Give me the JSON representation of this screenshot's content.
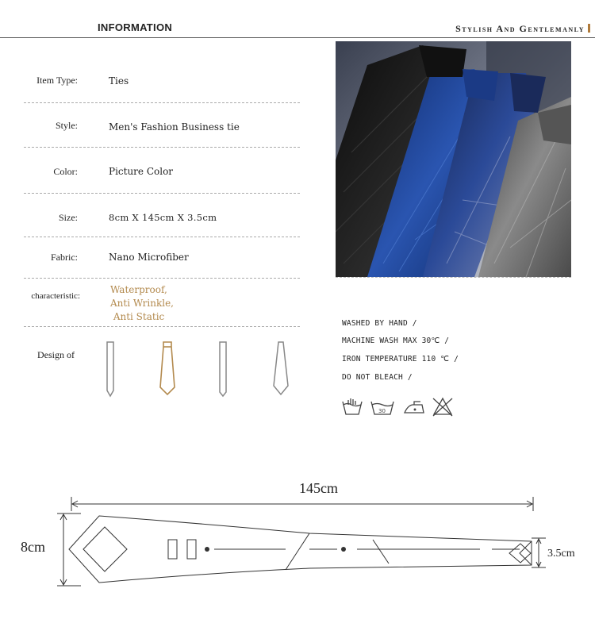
{
  "header": {
    "left_title": "INFORMATION",
    "right_title": "Stylish And Gentlemanly"
  },
  "specs": [
    {
      "label": "Item Type:",
      "value": "Ties"
    },
    {
      "label": "Style:",
      "value": "Men's Fashion Business tie"
    },
    {
      "label": "Color:",
      "value": "Picture Color"
    },
    {
      "label": "Size:",
      "value": "8cm X 145cm X 3.5cm"
    },
    {
      "label": "Fabric:",
      "value": "Nano Microfiber"
    },
    {
      "label": "characteristic:",
      "value_lines": [
        "Waterproof,",
        "Anti Wrinkle,",
        " Anti Static"
      ]
    },
    {
      "label": "Design of"
    }
  ],
  "design_icons": [
    "slim-tie-icon",
    "classic-tie-icon",
    "skinny-tie-icon",
    "wide-tie-icon"
  ],
  "care": {
    "lines": [
      "WASHED BY HAND /",
      "MACHINE WASH MAX 30℃ /",
      "IRON TEMPERATURE 110 ℃ /",
      "DO NOT BLEACH /"
    ],
    "icons": [
      "hand-wash-icon",
      "machine-wash-30-icon",
      "iron-icon",
      "no-bleach-icon"
    ],
    "wash_temp": "30"
  },
  "dimensions": {
    "length": "145cm",
    "width": "8cm",
    "tip_width": "3.5cm"
  },
  "colors": {
    "accent_gold": "#b38a4e",
    "tie_black": "#1a1a1a",
    "tie_blue": "#1e3f8a",
    "tie_gray": "#6b6b6b"
  }
}
